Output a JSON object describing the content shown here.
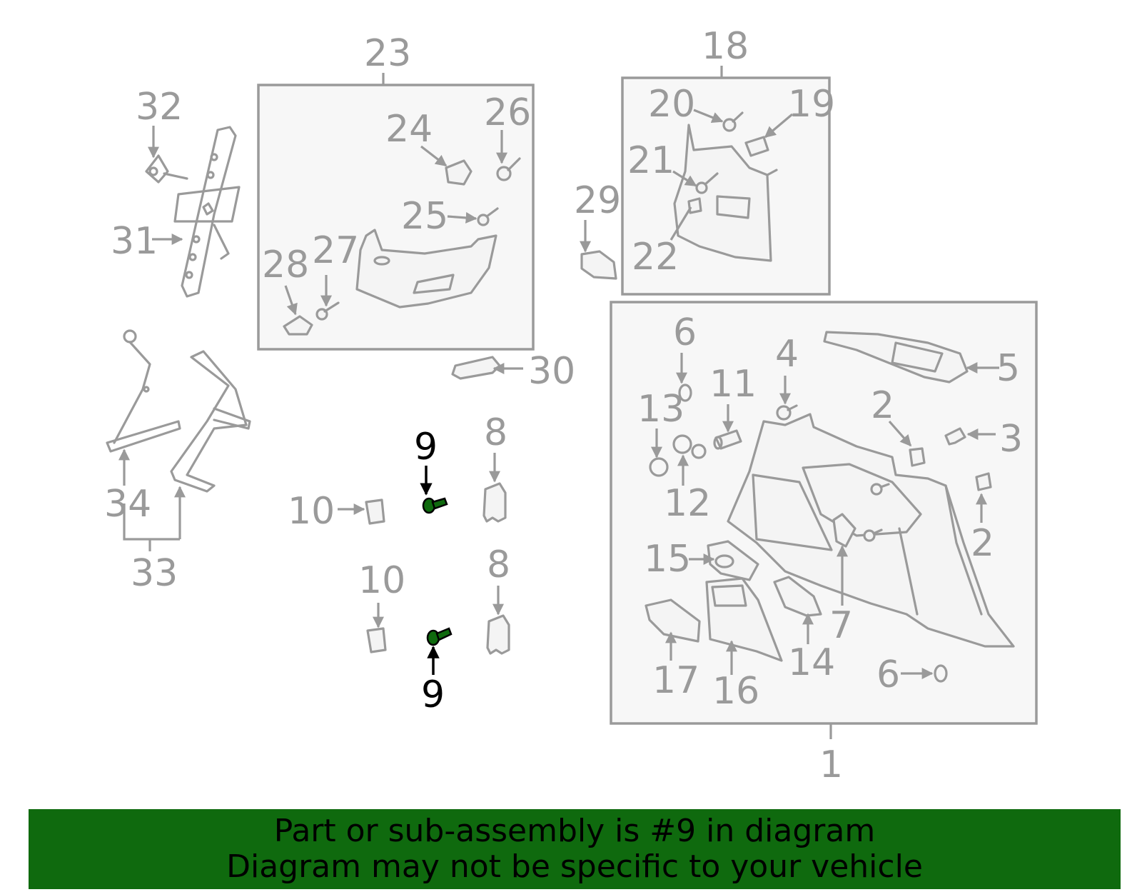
{
  "highlight_color": "#0f6a0e",
  "callouts": {
    "n1": "1",
    "n2a": "2",
    "n2b": "2",
    "n3": "3",
    "n4": "4",
    "n5": "5",
    "n6a": "6",
    "n6b": "6",
    "n7": "7",
    "n8a": "8",
    "n8b": "8",
    "n9a": "9",
    "n9b": "9",
    "n10a": "10",
    "n10b": "10",
    "n11": "11",
    "n12": "12",
    "n13": "13",
    "n14": "14",
    "n15": "15",
    "n16": "16",
    "n17": "17",
    "n18": "18",
    "n19": "19",
    "n20": "20",
    "n21": "21",
    "n22": "22",
    "n23": "23",
    "n24": "24",
    "n25": "25",
    "n26": "26",
    "n27": "27",
    "n28": "28",
    "n29": "29",
    "n30": "30",
    "n31": "31",
    "n32": "32",
    "n33": "33",
    "n34": "34"
  },
  "banner": {
    "line1": "Part or sub-assembly is #9 in diagram",
    "line2": "Diagram may not be specific to your vehicle"
  }
}
